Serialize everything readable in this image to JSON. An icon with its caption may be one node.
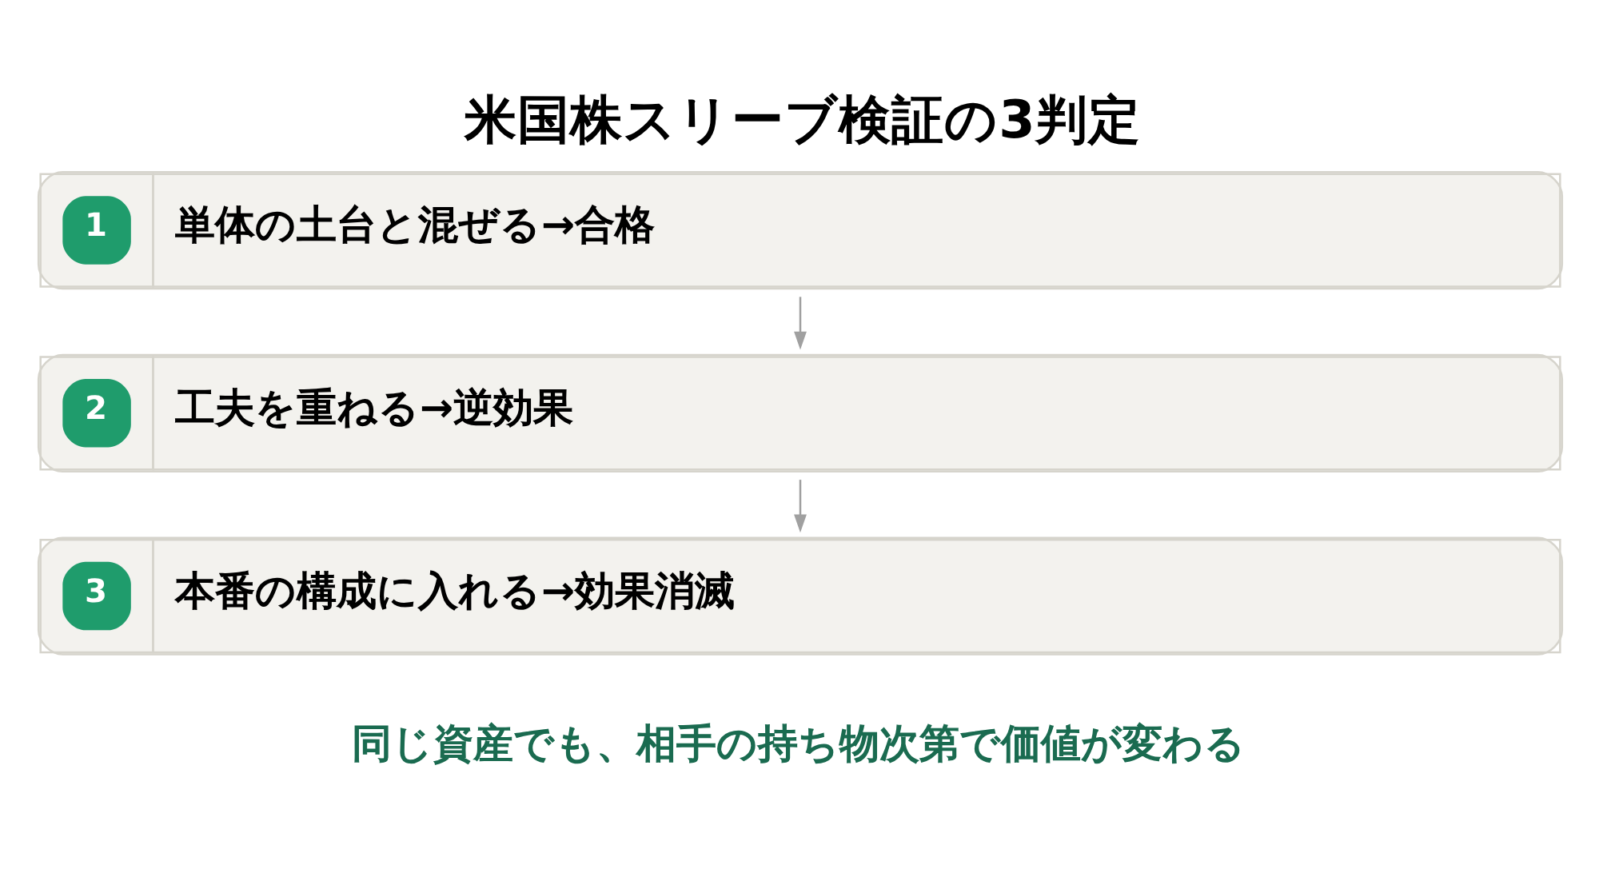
{
  "diagram": {
    "title": "米国株スリーブ検証の3判定",
    "caption": "同じ資産でも、相手の持ち物次第で価値が変わる",
    "nodes": [
      {
        "text": [
          "1",
          "単体の土台と混ぜる→合格"
        ]
      },
      {
        "text": [
          "2",
          "工夫を重ねる→逆効果"
        ]
      },
      {
        "text": [
          "3",
          "本番の構成に入れる→効果消滅"
        ]
      }
    ],
    "edges": [
      {
        "from": 0,
        "to": 1,
        "arrow": "to"
      },
      {
        "from": 1,
        "to": 2,
        "arrow": "to"
      }
    ]
  }
}
